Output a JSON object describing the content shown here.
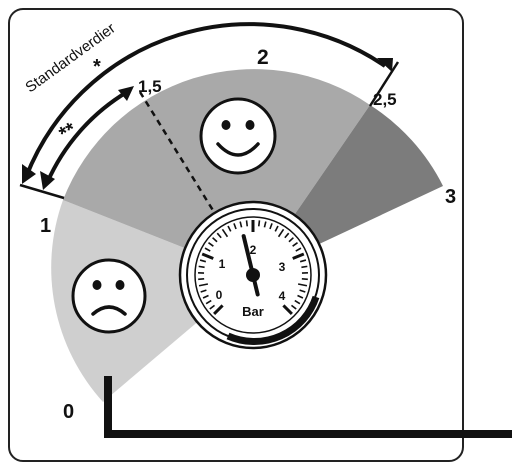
{
  "diagram": {
    "labels": {
      "zero": "0",
      "one": "1",
      "one_five": "1,5",
      "two": "2",
      "two_five": "2,5",
      "three": "3",
      "standard_values": "Standardverdier",
      "single_star": "*",
      "double_star": "**"
    },
    "gauge": {
      "unit": "Bar",
      "ticks": [
        "0",
        "1",
        "2",
        "3",
        "4"
      ],
      "reading": 1.8
    },
    "faces": {
      "low": "sad",
      "ok": "happy"
    },
    "colors": {
      "zone_low": "#cfcfcf",
      "zone_mid": "#a9a9a9",
      "zone_high": "#7c7c7c",
      "line": "#111111"
    }
  }
}
